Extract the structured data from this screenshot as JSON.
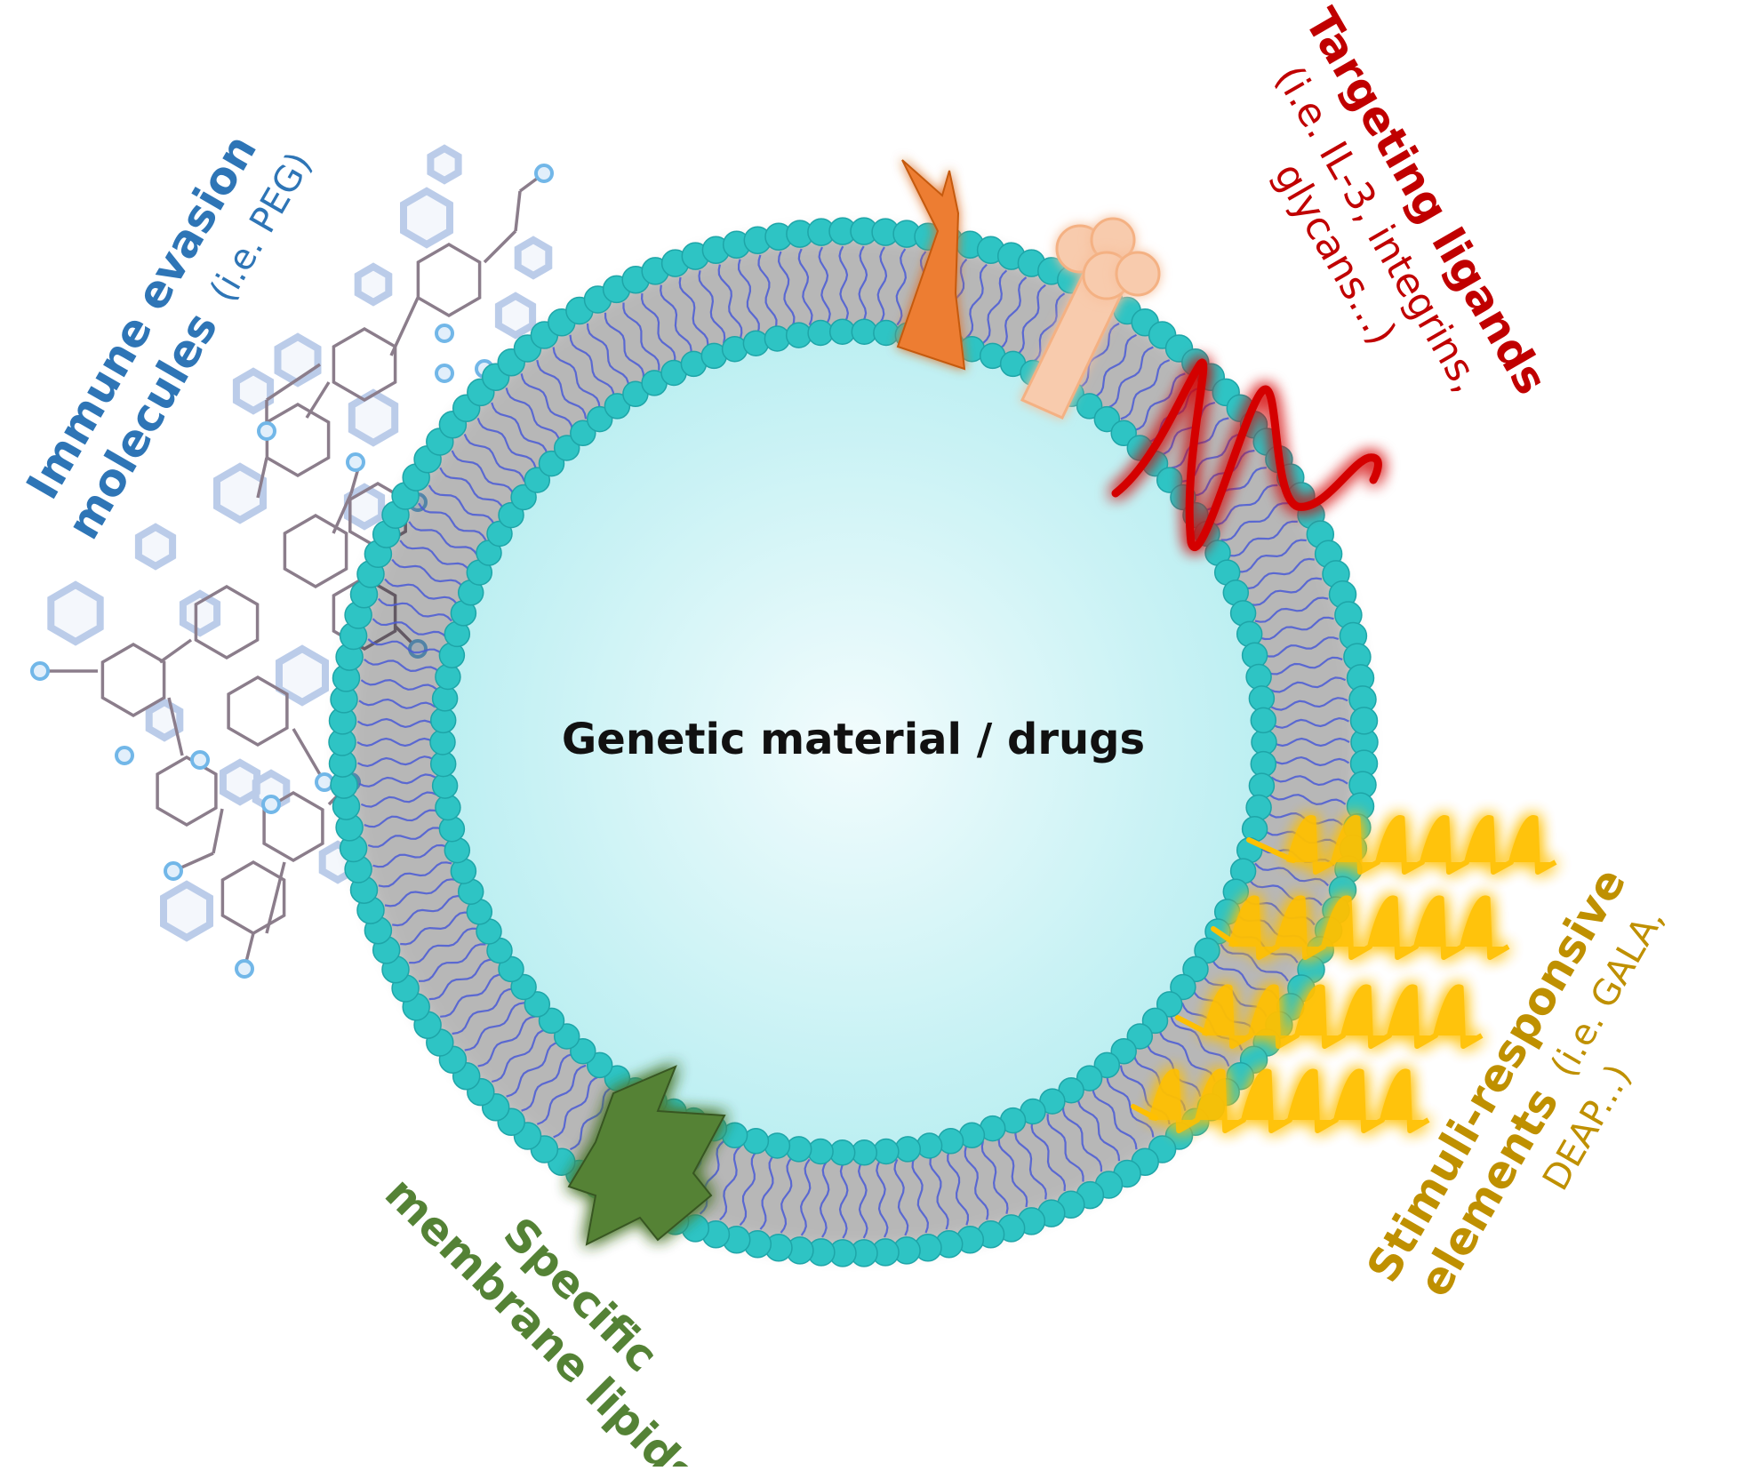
{
  "center": {
    "label": "Genetic material / drugs"
  },
  "components": [
    {
      "id": "immune",
      "title_lines": [
        "Immune evasion",
        "molecules"
      ],
      "detail_lines": [
        "(i.e. PEG)"
      ],
      "color": "#2e75b6"
    },
    {
      "id": "targeting",
      "title_lines": [
        "Targeting ligands"
      ],
      "detail_lines": [
        "(i.e. IL-3, integrins,",
        "glycans...)"
      ],
      "color": "#c00000"
    },
    {
      "id": "stimuli",
      "title_lines": [
        "Stimuli-responsive",
        "elements"
      ],
      "detail_lines": [
        "(i.e. GALA,",
        "DEAP...)"
      ],
      "color": "#bf9000"
    },
    {
      "id": "lipids",
      "title_lines": [
        "Specific",
        "membrane lipids"
      ],
      "detail_lines": [],
      "color": "#548235"
    }
  ],
  "colors": {
    "lipid_head": "#2ec4c4",
    "lipid_tail": "#4a5bd6",
    "core": "#cdf4f6",
    "receptor": "#ed7d31",
    "receptor_light": "#f8cbad",
    "targeting_wave": "#d40000",
    "stimuli_wave": "#ffc000",
    "membrane_protein": "#548235",
    "molecule_bond": "#7f6f7f",
    "molecule_ring": "#b4c7e7"
  }
}
